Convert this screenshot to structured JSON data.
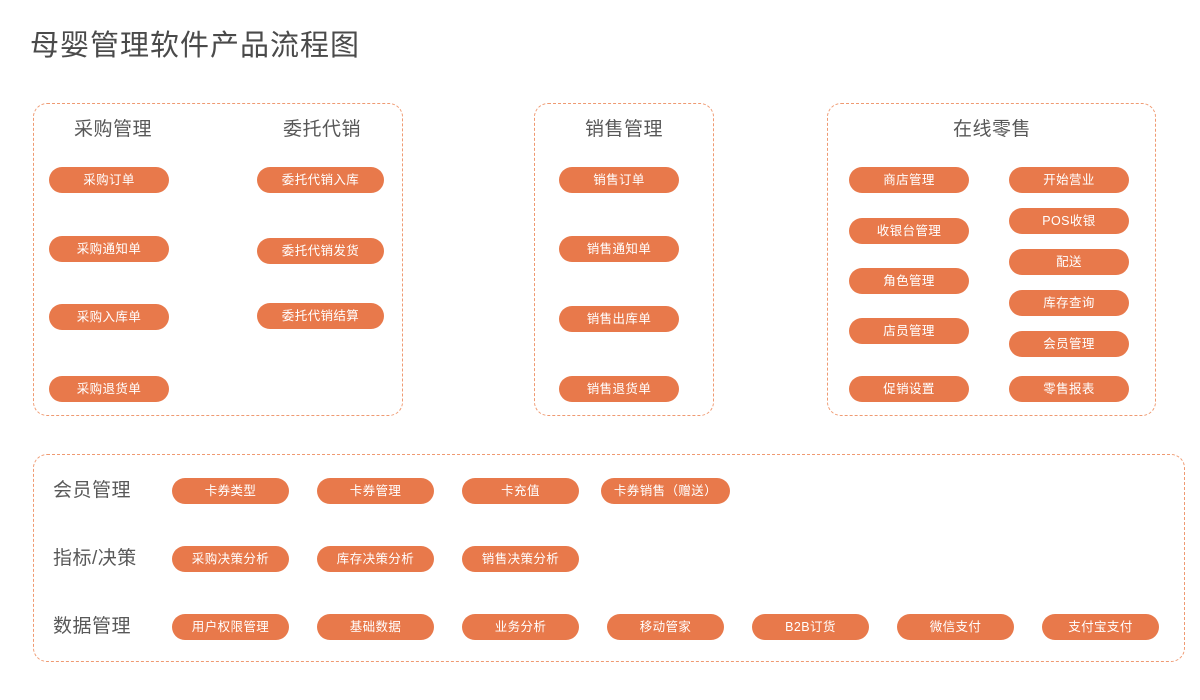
{
  "page": {
    "title": "母婴管理软件产品流程图",
    "accent_color": "#e8794b",
    "panel_border_color": "#ef9a72",
    "heading_color": "#585858",
    "title_color": "#4a4a4a",
    "background": "#ffffff"
  },
  "panels": [
    {
      "id": "purchasing",
      "columns": [
        {
          "title": "采购管理",
          "items": [
            "采购订单",
            "采购通知单",
            "采购入库单",
            "采购退货单"
          ]
        },
        {
          "title": "委托代销",
          "items": [
            "委托代销入库",
            "委托代销发货",
            "委托代销结算"
          ]
        }
      ]
    },
    {
      "id": "sales",
      "columns": [
        {
          "title": "销售管理",
          "items": [
            "销售订单",
            "销售通知单",
            "销售出库单",
            "销售退货单"
          ]
        }
      ]
    },
    {
      "id": "retail",
      "title": "在线零售",
      "columns": [
        {
          "title": "",
          "items": [
            "商店管理",
            "收银台管理",
            "角色管理",
            "店员管理",
            "促销设置"
          ]
        },
        {
          "title": "",
          "items": [
            "开始营业",
            "POS收银",
            "配送",
            "库存查询",
            "会员管理",
            "零售报表"
          ]
        }
      ]
    }
  ],
  "platform": {
    "rows": [
      {
        "label": "会员管理",
        "items": [
          "卡券类型",
          "卡券管理",
          "卡充值",
          "卡券销售（赠送）"
        ]
      },
      {
        "label": "指标/决策",
        "items": [
          "采购决策分析",
          "库存决策分析",
          "销售决策分析"
        ]
      },
      {
        "label": "数据管理",
        "items": [
          "用户权限管理",
          "基础数据",
          "业务分析",
          "移动管家",
          "B2B订货",
          "微信支付",
          "支付宝支付"
        ]
      }
    ]
  }
}
